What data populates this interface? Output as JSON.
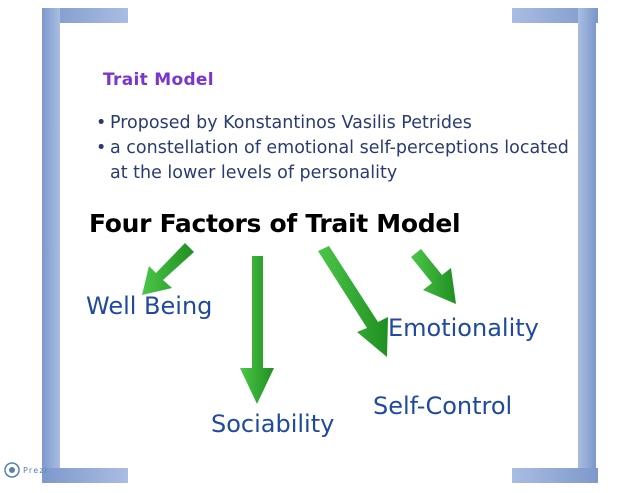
{
  "slide": {
    "title": "Trait Model",
    "bullets": [
      "Proposed by Konstantinos Vasilis Petrides",
      "a constellation of emotional self-perceptions located at the lower levels of personality"
    ],
    "heading": "Four Factors of Trait Model",
    "factors": [
      "Well Being",
      "Sociability",
      "Self-Control",
      "Emotionality"
    ]
  },
  "branding": {
    "logo_text": "Prezi",
    "logo_icon": "prezi-logo-icon"
  },
  "colors": {
    "title": "#7a35d0",
    "bullet_text": "#2a3b72",
    "factor_text": "#1f4aa0",
    "bracket": "#8fa8d6",
    "bracket_shadow": "#5f7fbd",
    "arrow_light": "#3db93a",
    "arrow_dark": "#1d8c1f"
  }
}
